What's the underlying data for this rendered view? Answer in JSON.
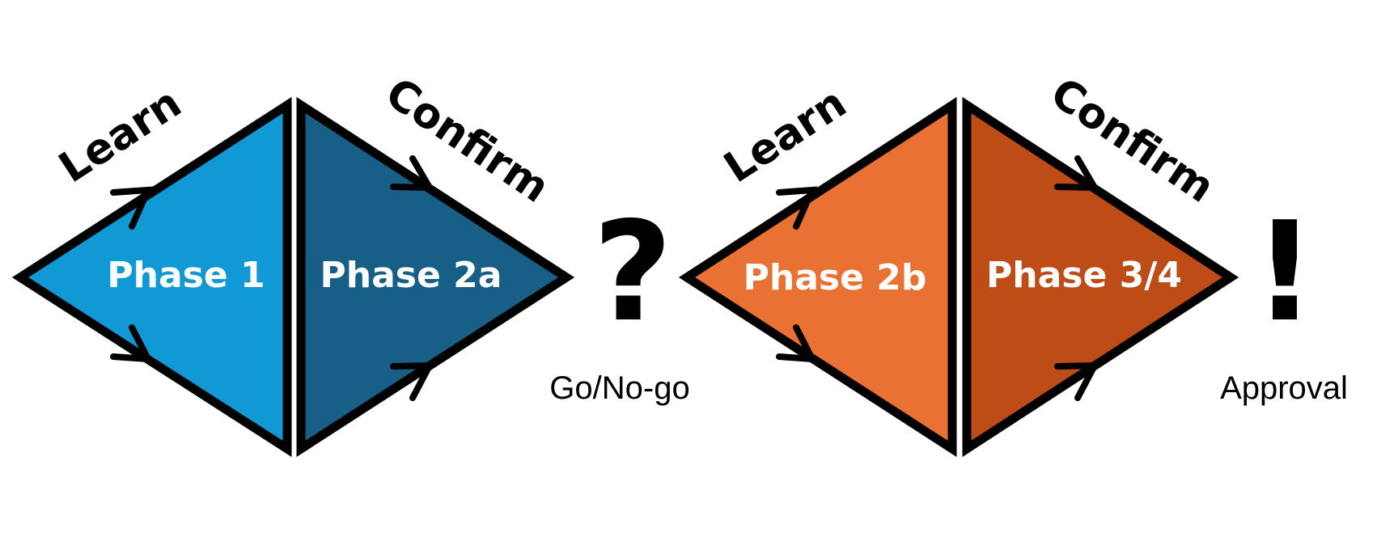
{
  "colors": {
    "phase1": "#1199d6",
    "phase2a": "#175f86",
    "phase2b": "#e87133",
    "phase34": "#bd4c16"
  },
  "group1": {
    "learn_label": "Learn",
    "confirm_label": "Confirm",
    "left_phase": "Phase 1",
    "right_phase": "Phase 2a",
    "symbol": "?",
    "caption": "Go/No-go"
  },
  "group2": {
    "learn_label": "Learn",
    "confirm_label": "Confirm",
    "left_phase": "Phase 2b",
    "right_phase": "Phase 3/4",
    "symbol": "!",
    "caption": "Approval"
  }
}
